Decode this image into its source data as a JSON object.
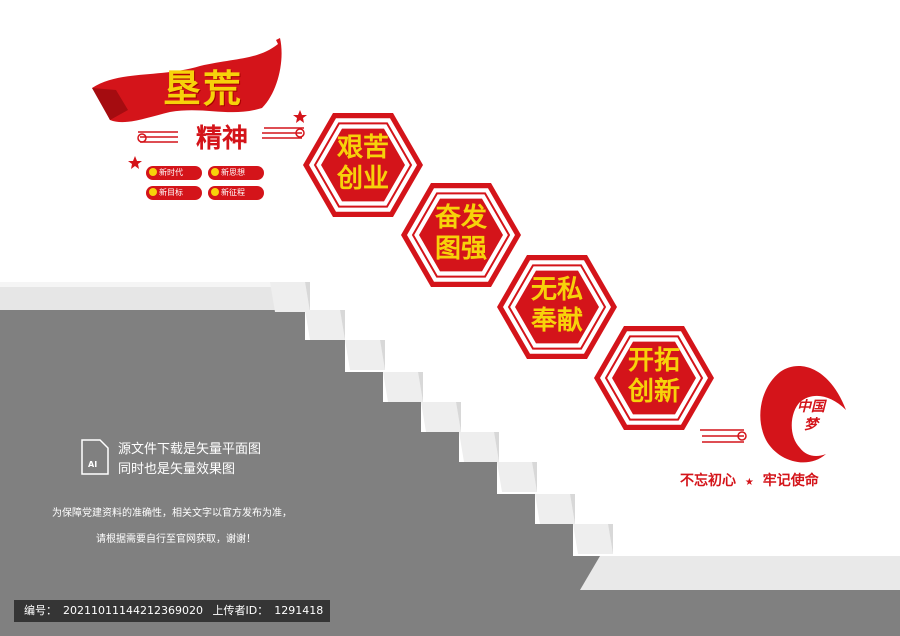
{
  "logo": {
    "title": "垦荒",
    "subtitle": "精神",
    "tags": [
      "新时代",
      "新思想",
      "新目标",
      "新征程"
    ]
  },
  "hexagons": [
    {
      "line1": "艰苦",
      "line2": "创业"
    },
    {
      "line1": "奋发",
      "line2": "图强"
    },
    {
      "line1": "无私",
      "line2": "奉献"
    },
    {
      "line1": "开拓",
      "line2": "创新"
    }
  ],
  "slogan": {
    "left": "不忘初心",
    "star": "★",
    "right": "牢记使命",
    "dream_line1": "中国",
    "dream_line2": "梦"
  },
  "notes": {
    "line1": "源文件下载是矢量平面图",
    "line2": "同时也是矢量效果图",
    "line3": "为保障党建资料的准确性，相关文字以官方发布为准，",
    "line4": "请根据需要自行至官网获取，谢谢！",
    "file_icon_text": "AI"
  },
  "info": {
    "id_label": "编号：",
    "id_value": "20211011144212369020",
    "uploader_label": "上传者ID：",
    "uploader_value": "1291418"
  },
  "colors": {
    "red": "#d4141a",
    "gold": "#f7d20a",
    "gray": "#808080"
  }
}
